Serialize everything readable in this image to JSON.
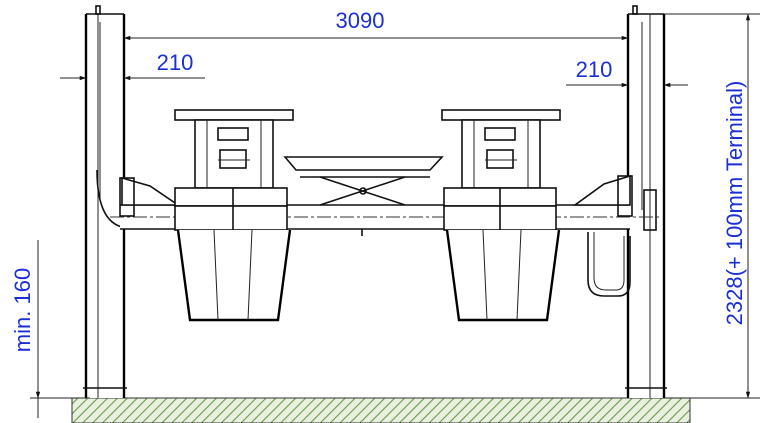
{
  "dimensions": {
    "width_between_columns": "3090",
    "left_column_width": "210",
    "right_column_width": "210",
    "min_height": "min. 160",
    "total_height": "2328(+ 100mm Terminal)"
  },
  "colors": {
    "dimension_text": "#1a2fd6",
    "line": "#111111",
    "floor_hatch": "#6a9a4a"
  }
}
